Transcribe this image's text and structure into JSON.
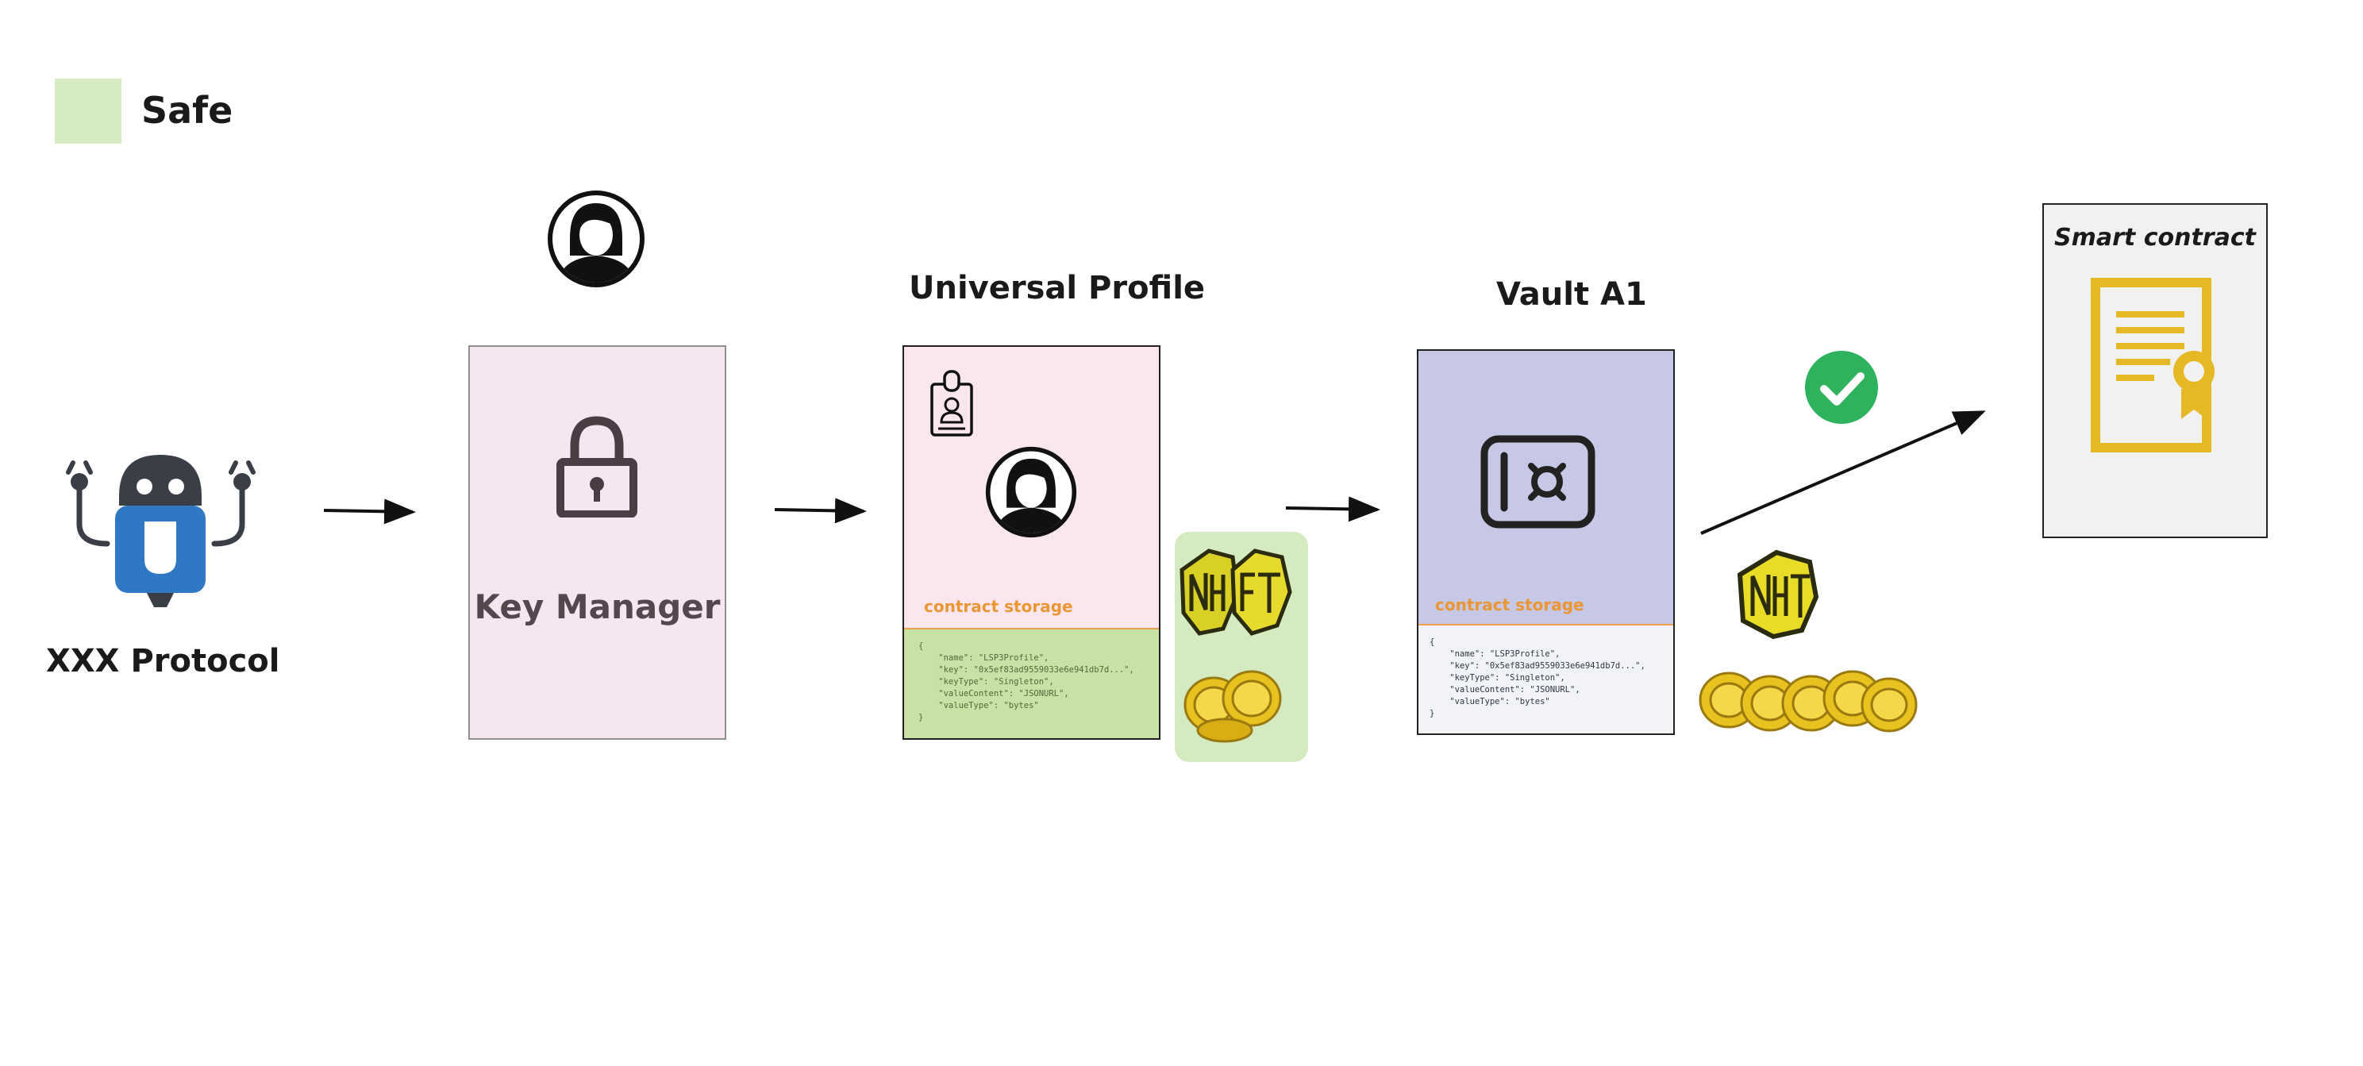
{
  "legend": {
    "label": "Safe",
    "color": "#d4eac0"
  },
  "agent": {
    "label": "XXX Protocol",
    "icon": "robot-icon"
  },
  "key_manager": {
    "label": "Key Manager",
    "icon": "lock-icon",
    "owner_icon": "user-avatar-icon"
  },
  "universal_profile": {
    "title": "Universal Profile",
    "storage_label": "contract storage",
    "storage_code": "{\n    \"name\": \"LSP3Profile\",\n    \"key\": \"0x5ef83ad9559033e6e941db7d...\",\n    \"keyType\": \"Singleton\",\n    \"valueContent\": \"JSONURL\",\n    \"valueType\": \"bytes\"\n}",
    "icons": [
      "id-badge-icon",
      "user-avatar-icon"
    ],
    "assets": [
      "nft-icon",
      "nft-icon",
      "coin-stack-icon"
    ]
  },
  "vault": {
    "title": "Vault A1",
    "storage_label": "contract storage",
    "storage_code": "{\n    \"name\": \"LSP3Profile\",\n    \"key\": \"0x5ef83ad9559033e6e941db7d...\",\n    \"keyType\": \"Singleton\",\n    \"valueContent\": \"JSONURL\",\n    \"valueType\": \"bytes\"\n}",
    "icon": "safe-vault-icon",
    "assets": [
      "nft-icon",
      "coin-stack-icon"
    ]
  },
  "status": {
    "icon": "check-circle-icon",
    "color": "#2eb25b"
  },
  "smart_contract": {
    "title": "Smart contract",
    "icon": "certificate-document-icon",
    "color": "#e6b826"
  },
  "colors": {
    "key_manager_bg": "#f6e6ef",
    "universal_profile_bg": "#fae6ef",
    "vault_bg": "#c6c8e6",
    "storage_label": "#e99633",
    "robot_blue": "#2f78c4",
    "robot_dark": "#3a3f47"
  }
}
